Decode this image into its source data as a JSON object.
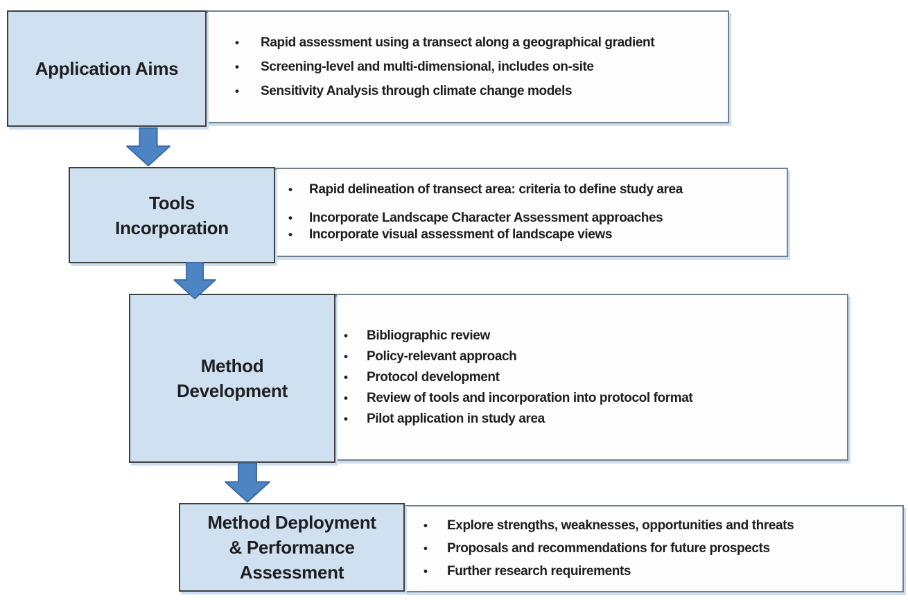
{
  "diagram": {
    "bullet_char": "•",
    "colors": {
      "background": "#ffffff",
      "stage_fill": "#cfe1f0",
      "stage_border": "#3f3f3f",
      "panel_fill": "#fdfdfd",
      "panel_border": "#71808f",
      "arrow_fill": "#4d84c4",
      "arrow_stroke": "#3a6ba5",
      "shadow": "#ccdeef",
      "text": "#1e1e21"
    },
    "stages": [
      {
        "label": "Application Aims",
        "bullets": [
          "Rapid assessment using a transect along a geographical gradient",
          "Screening-level and multi-dimensional, includes on-site",
          "Sensitivity Analysis through climate change models"
        ]
      },
      {
        "label": "Tools\nIncorporation",
        "bullets": [
          "Rapid delineation of transect area: criteria to define study area",
          "Incorporate Landscape Character Assessment approaches",
          "Incorporate visual assessment of landscape views"
        ]
      },
      {
        "label": "Method\nDevelopment",
        "bullets": [
          "Bibliographic review",
          "Policy-relevant approach",
          "Protocol development",
          "Review of tools and incorporation into protocol format",
          "Pilot application in study area"
        ]
      },
      {
        "label": "Method Deployment\n& Performance\nAssessment",
        "bullets": [
          "Explore strengths, weaknesses, opportunities and threats",
          "Proposals and recommendations for future prospects",
          "Further research requirements"
        ]
      }
    ]
  }
}
